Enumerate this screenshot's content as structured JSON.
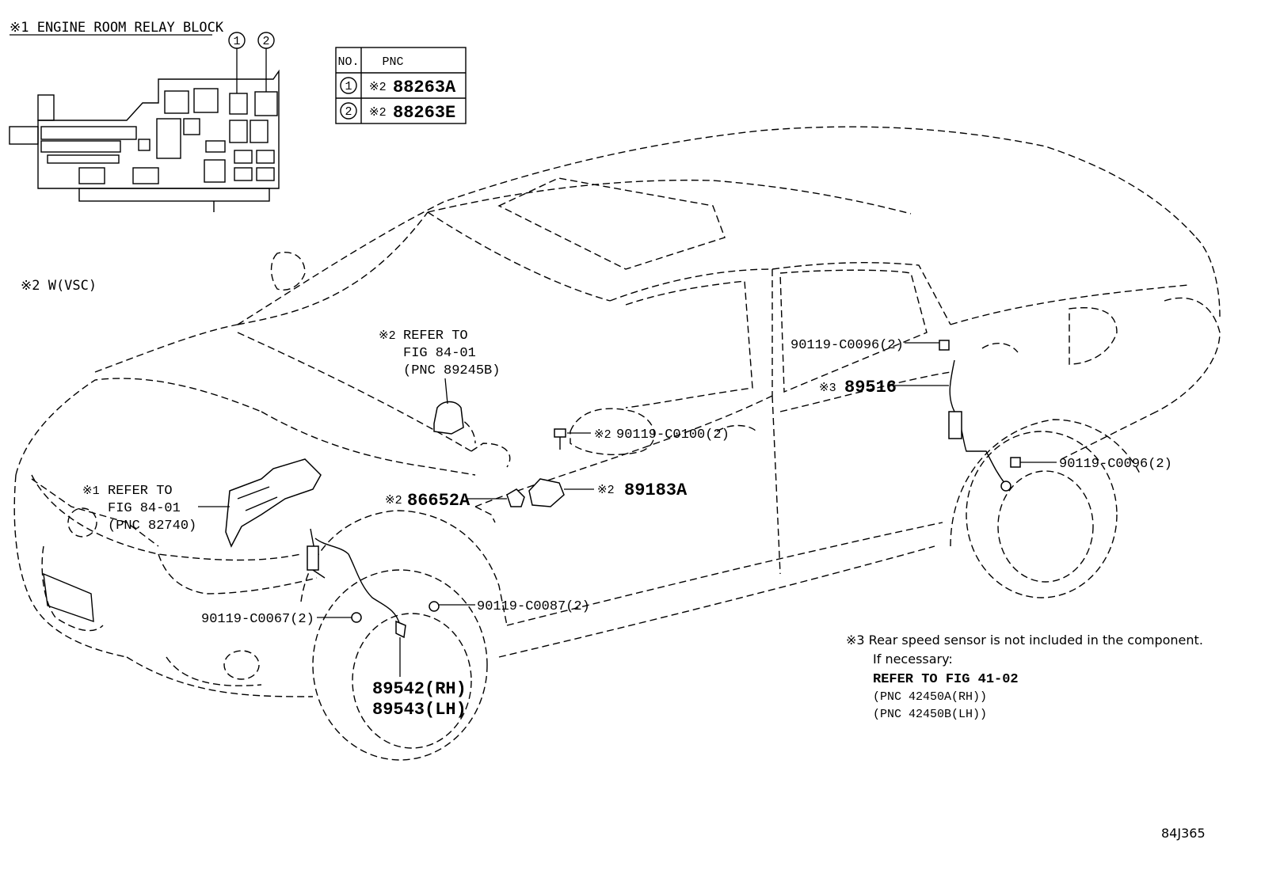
{
  "relay_block": {
    "title": "※1 ENGINE ROOM RELAY BLOCK",
    "callout_1": "1",
    "callout_2": "2"
  },
  "pnc_table": {
    "header_no": "NO.",
    "header_pnc": "PNC",
    "rows": [
      {
        "no": "1",
        "mark": "※2",
        "pnc": "88263A"
      },
      {
        "no": "2",
        "mark": "※2",
        "pnc": "88263E"
      }
    ]
  },
  "vsc_note": "※2 W(VSC)",
  "callouts": {
    "refer_89245b": {
      "mark": "※2",
      "line1": "REFER TO",
      "line2": "FIG 84-01",
      "line3": "(PNC 89245B)"
    },
    "refer_82740": {
      "mark": "※1",
      "line1": "REFER TO",
      "line2": "FIG 84-01",
      "line3": "(PNC 82740)"
    },
    "bolt_c0096_top": "90119-C0096(2)",
    "sensor_89516": {
      "mark": "※3",
      "pnc": "89516"
    },
    "bolt_c0100": {
      "mark": "※2",
      "pnc": "90119-C0100(2)"
    },
    "bolt_c0096_rear": "90119-C0096(2)",
    "part_86652a": {
      "mark": "※2",
      "pnc": "86652A"
    },
    "part_89183a": {
      "mark": "※2",
      "pnc": "89183A"
    },
    "bolt_c0067": "90119-C0067(2)",
    "bolt_c0087": "90119-C0087(2)",
    "sensor_rh": "89542(RH)",
    "sensor_lh": "89543(LH)"
  },
  "footnote": {
    "line1": "※3 Rear speed sensor is not included in the component.",
    "line2": "If necessary:",
    "line3": "REFER TO FIG 41-02",
    "line4": "(PNC 42450A(RH))",
    "line5": "(PNC 42450B(LH))"
  },
  "figure_code": "84J365"
}
